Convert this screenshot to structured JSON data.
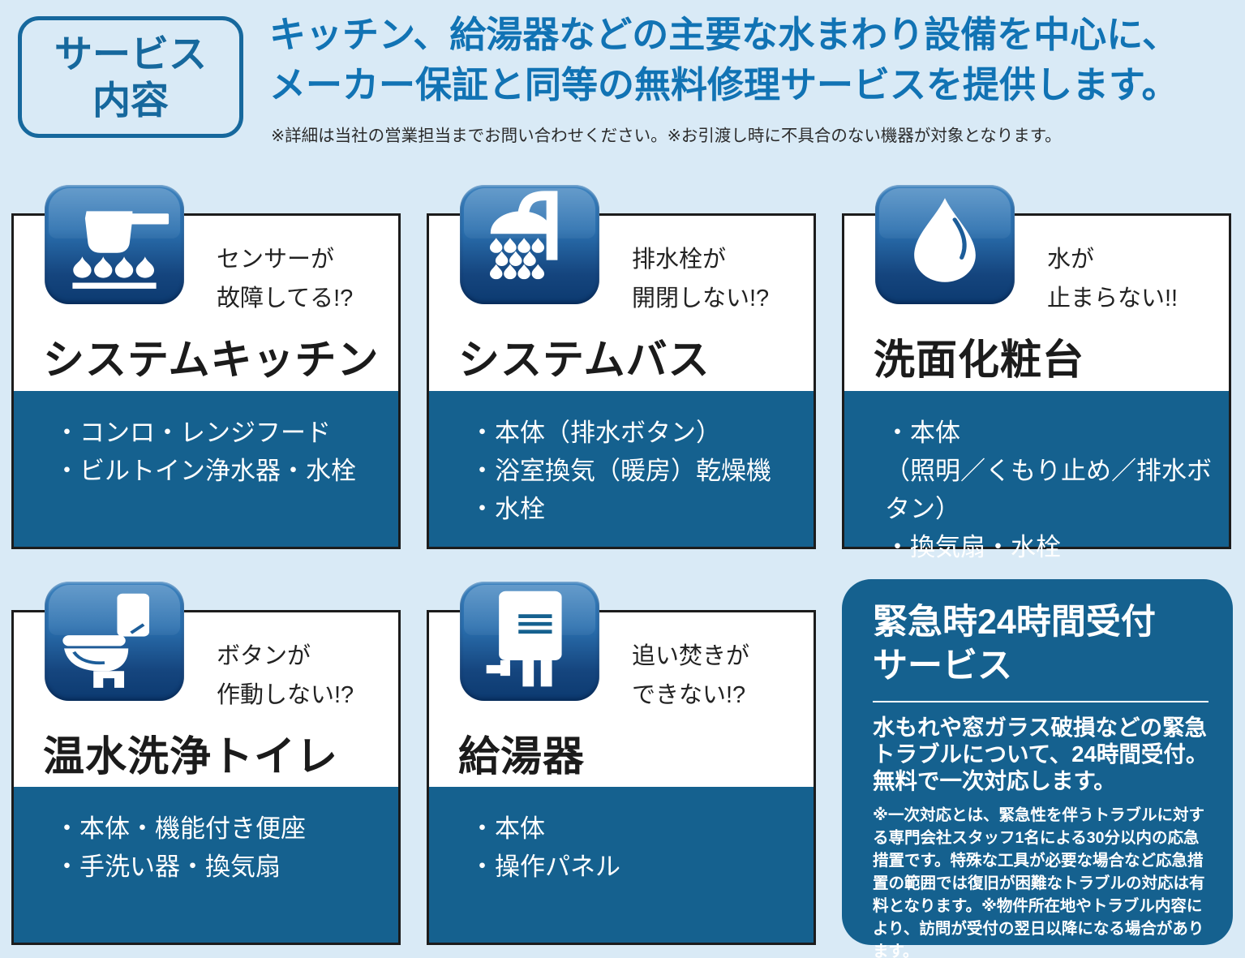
{
  "colors": {
    "page_background": "#d9eaf6",
    "headline_blue": "#1173b4",
    "badge_blue": "#16689d",
    "panel_blue": "#15618f",
    "card_border": "#1c1c1c",
    "icon_tile_top": "#3a80bd",
    "icon_tile_bottom": "#0c3a70"
  },
  "header": {
    "badge_line1": "サービス",
    "badge_line2": "内容",
    "title_line1": "キッチン、給湯器などの主要な水まわり設備を中心に、",
    "title_line2": "メーカー保証と同等の無料修理サービスを提供します。",
    "note": "※詳細は当社の営業担当までお問い合わせください。※お引渡し時に不具合のない機器が対象となります。"
  },
  "cards": [
    {
      "icon": "stove-icon",
      "bubble_line1": "センサーが",
      "bubble_line2": "故障してる!?",
      "title": "システムキッチン",
      "items": [
        "・コンロ・レンジフード",
        "・ビルトイン浄水器・水栓"
      ]
    },
    {
      "icon": "shower-icon",
      "bubble_line1": "排水栓が",
      "bubble_line2": "開閉しない!?",
      "title": "システムバス",
      "items": [
        "・本体（排水ボタン）",
        "・浴室換気（暖房）乾燥機",
        "・水栓"
      ]
    },
    {
      "icon": "water-drop-icon",
      "bubble_line1": "水が",
      "bubble_line2": "止まらない!!",
      "title": "洗面化粧台",
      "items": [
        "・本体",
        "（照明／くもり止め／排水ボタン）",
        "・換気扇・水栓"
      ]
    },
    {
      "icon": "toilet-icon",
      "bubble_line1": "ボタンが",
      "bubble_line2": "作動しない!?",
      "title": "温水洗浄トイレ",
      "items": [
        "・本体・機能付き便座",
        "・手洗い器・換気扇"
      ]
    },
    {
      "icon": "water-heater-icon",
      "bubble_line1": "追い焚きが",
      "bubble_line2": "できない!?",
      "title": "給湯器",
      "items": [
        "・本体",
        "・操作パネル"
      ]
    }
  ],
  "emergency": {
    "title_line1": "緊急時24時間受付",
    "title_line2": "サービス",
    "body": "水もれや窓ガラス破損などの緊急トラブルについて、24時間受付。無料で一次対応します。",
    "note": "※一次対応とは、緊急性を伴うトラブルに対する専門会社スタッフ1名による30分以内の応急措置です。特殊な工具が必要な場合など応急措置の範囲では復旧が困難なトラブルの対応は有料となります。※物件所在地やトラブル内容により、訪問が受付の翌日以降になる場合があります。"
  }
}
